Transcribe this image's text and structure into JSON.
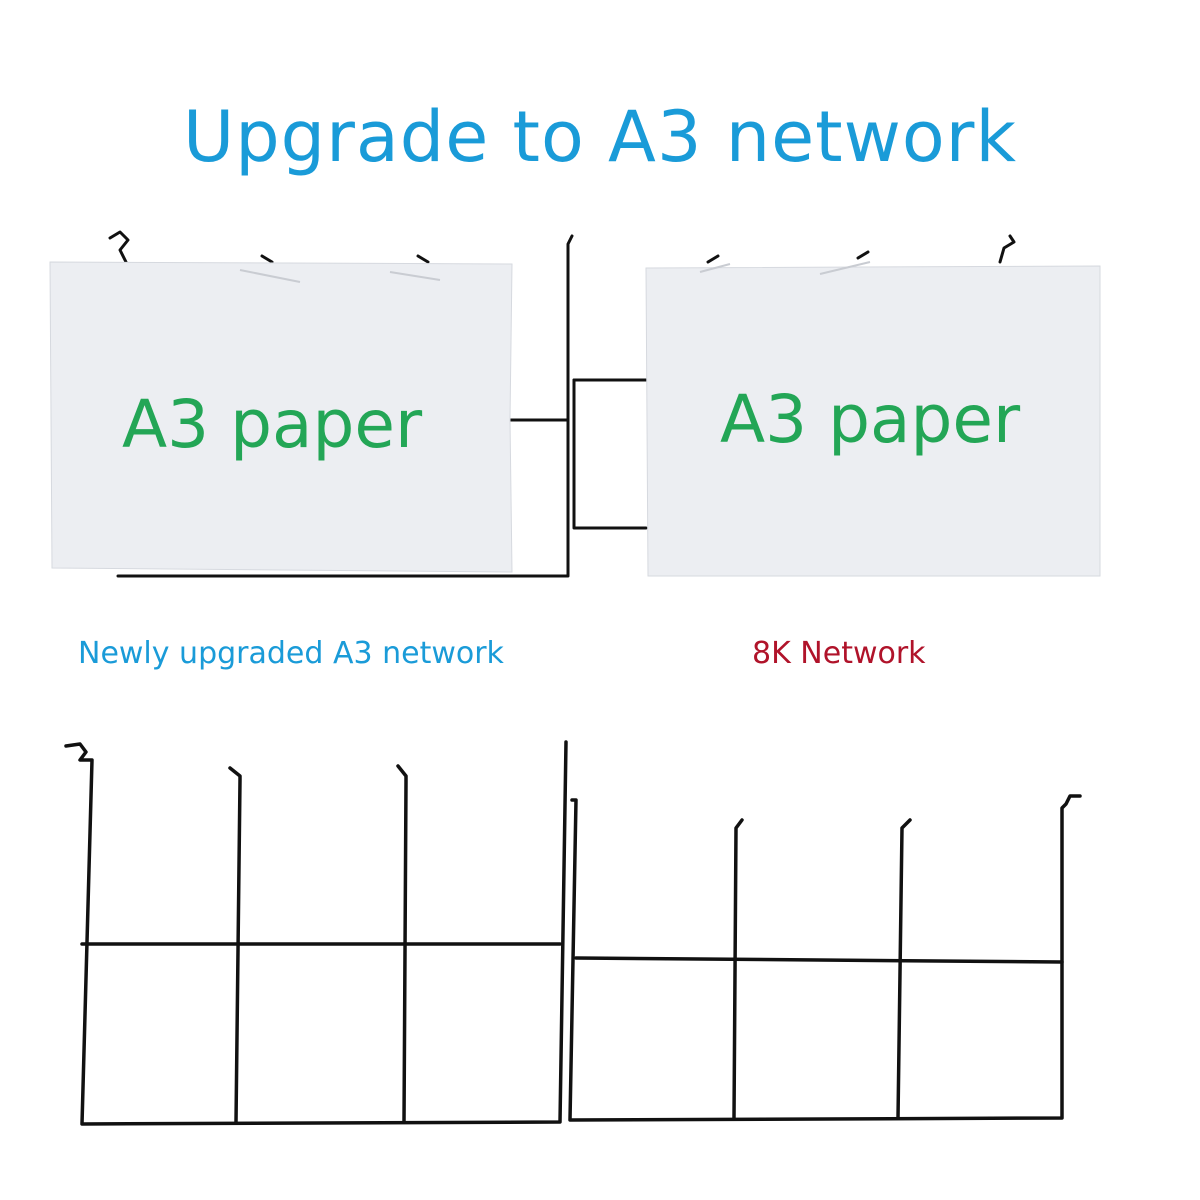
{
  "title": "Upgrade to A3 network",
  "paper_label_left": "A3 paper",
  "paper_label_right": "A3 paper",
  "caption_left": "Newly upgraded A3 network",
  "caption_right": "8K Network",
  "colors": {
    "title": "#1a9bd8",
    "caption_left": "#1a9bd8",
    "caption_right": "#b0132a",
    "paper_label": "#23a656",
    "wire": "#111111",
    "paper": "#eceef2"
  }
}
